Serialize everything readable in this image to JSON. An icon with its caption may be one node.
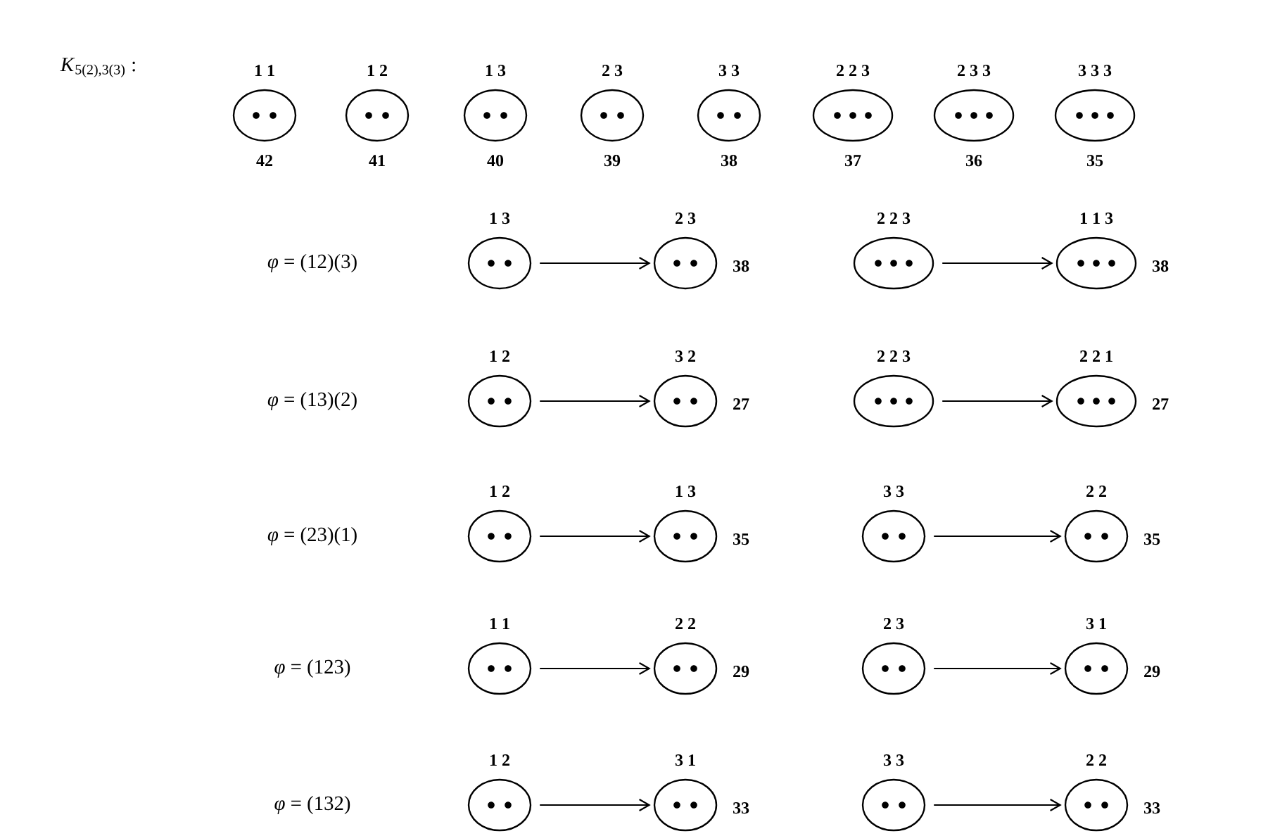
{
  "diagram": {
    "nodes": [
      {
        "text": [
          "1 1"
        ],
        "beside": [
          "42"
        ]
      },
      {
        "text": [
          "1 2"
        ],
        "beside": [
          "41"
        ]
      },
      {
        "text": [
          "1 3"
        ],
        "beside": [
          "40"
        ]
      },
      {
        "text": [
          "2 3"
        ],
        "beside": [
          "39"
        ]
      },
      {
        "text": [
          "3 3"
        ],
        "beside": [
          "38"
        ]
      },
      {
        "text": [
          "2 2 3"
        ],
        "beside": [
          "37"
        ]
      },
      {
        "text": [
          "2 3 3"
        ],
        "beside": [
          "36"
        ]
      },
      {
        "text": [
          "3 3 3"
        ],
        "beside": [
          "35"
        ]
      },
      {
        "text": [
          "1 3"
        ]
      },
      {
        "text": [
          "2 3"
        ],
        "beside": [
          "38"
        ]
      },
      {
        "text": [
          "2 2 3"
        ]
      },
      {
        "text": [
          "1 1 3"
        ],
        "beside": [
          "38"
        ]
      },
      {
        "text": [
          "1 2"
        ]
      },
      {
        "text": [
          "3 2"
        ],
        "beside": [
          "27"
        ]
      },
      {
        "text": [
          "2 2 3"
        ]
      },
      {
        "text": [
          "2 2 1"
        ],
        "beside": [
          "27"
        ]
      },
      {
        "text": [
          "1 2"
        ]
      },
      {
        "text": [
          "1 3"
        ],
        "beside": [
          "35"
        ]
      },
      {
        "text": [
          "3 3"
        ]
      },
      {
        "text": [
          "2 2"
        ],
        "beside": [
          "35"
        ]
      },
      {
        "text": [
          "1 1"
        ]
      },
      {
        "text": [
          "2 2"
        ],
        "beside": [
          "29"
        ]
      },
      {
        "text": [
          "2 3"
        ]
      },
      {
        "text": [
          "3 1"
        ],
        "beside": [
          "29"
        ]
      },
      {
        "text": [
          "1 2"
        ]
      },
      {
        "text": [
          "3 1"
        ],
        "beside": [
          "33"
        ]
      },
      {
        "text": [
          "3 3"
        ]
      },
      {
        "text": [
          "2 2"
        ],
        "beside": [
          "33"
        ]
      }
    ],
    "edges": [
      {
        "from": 8,
        "to": 9,
        "arrow": "to"
      },
      {
        "from": 10,
        "to": 11,
        "arrow": "to"
      },
      {
        "from": 12,
        "to": 13,
        "arrow": "to"
      },
      {
        "from": 14,
        "to": 15,
        "arrow": "to"
      },
      {
        "from": 16,
        "to": 17,
        "arrow": "to"
      },
      {
        "from": 18,
        "to": 19,
        "arrow": "to"
      },
      {
        "from": 20,
        "to": 21,
        "arrow": "to"
      },
      {
        "from": 22,
        "to": 23,
        "arrow": "to"
      },
      {
        "from": 24,
        "to": 25,
        "arrow": "to"
      },
      {
        "from": 26,
        "to": 27,
        "arrow": "to"
      }
    ],
    "labels": [
      "*K*$_{5(2),3(3)}$ :",
      "*φ* = (12)(3)",
      "*φ* = (13)(2)",
      "*φ* = (23)(1)",
      "*φ* = (123)",
      "*φ* = (132)"
    ]
  }
}
